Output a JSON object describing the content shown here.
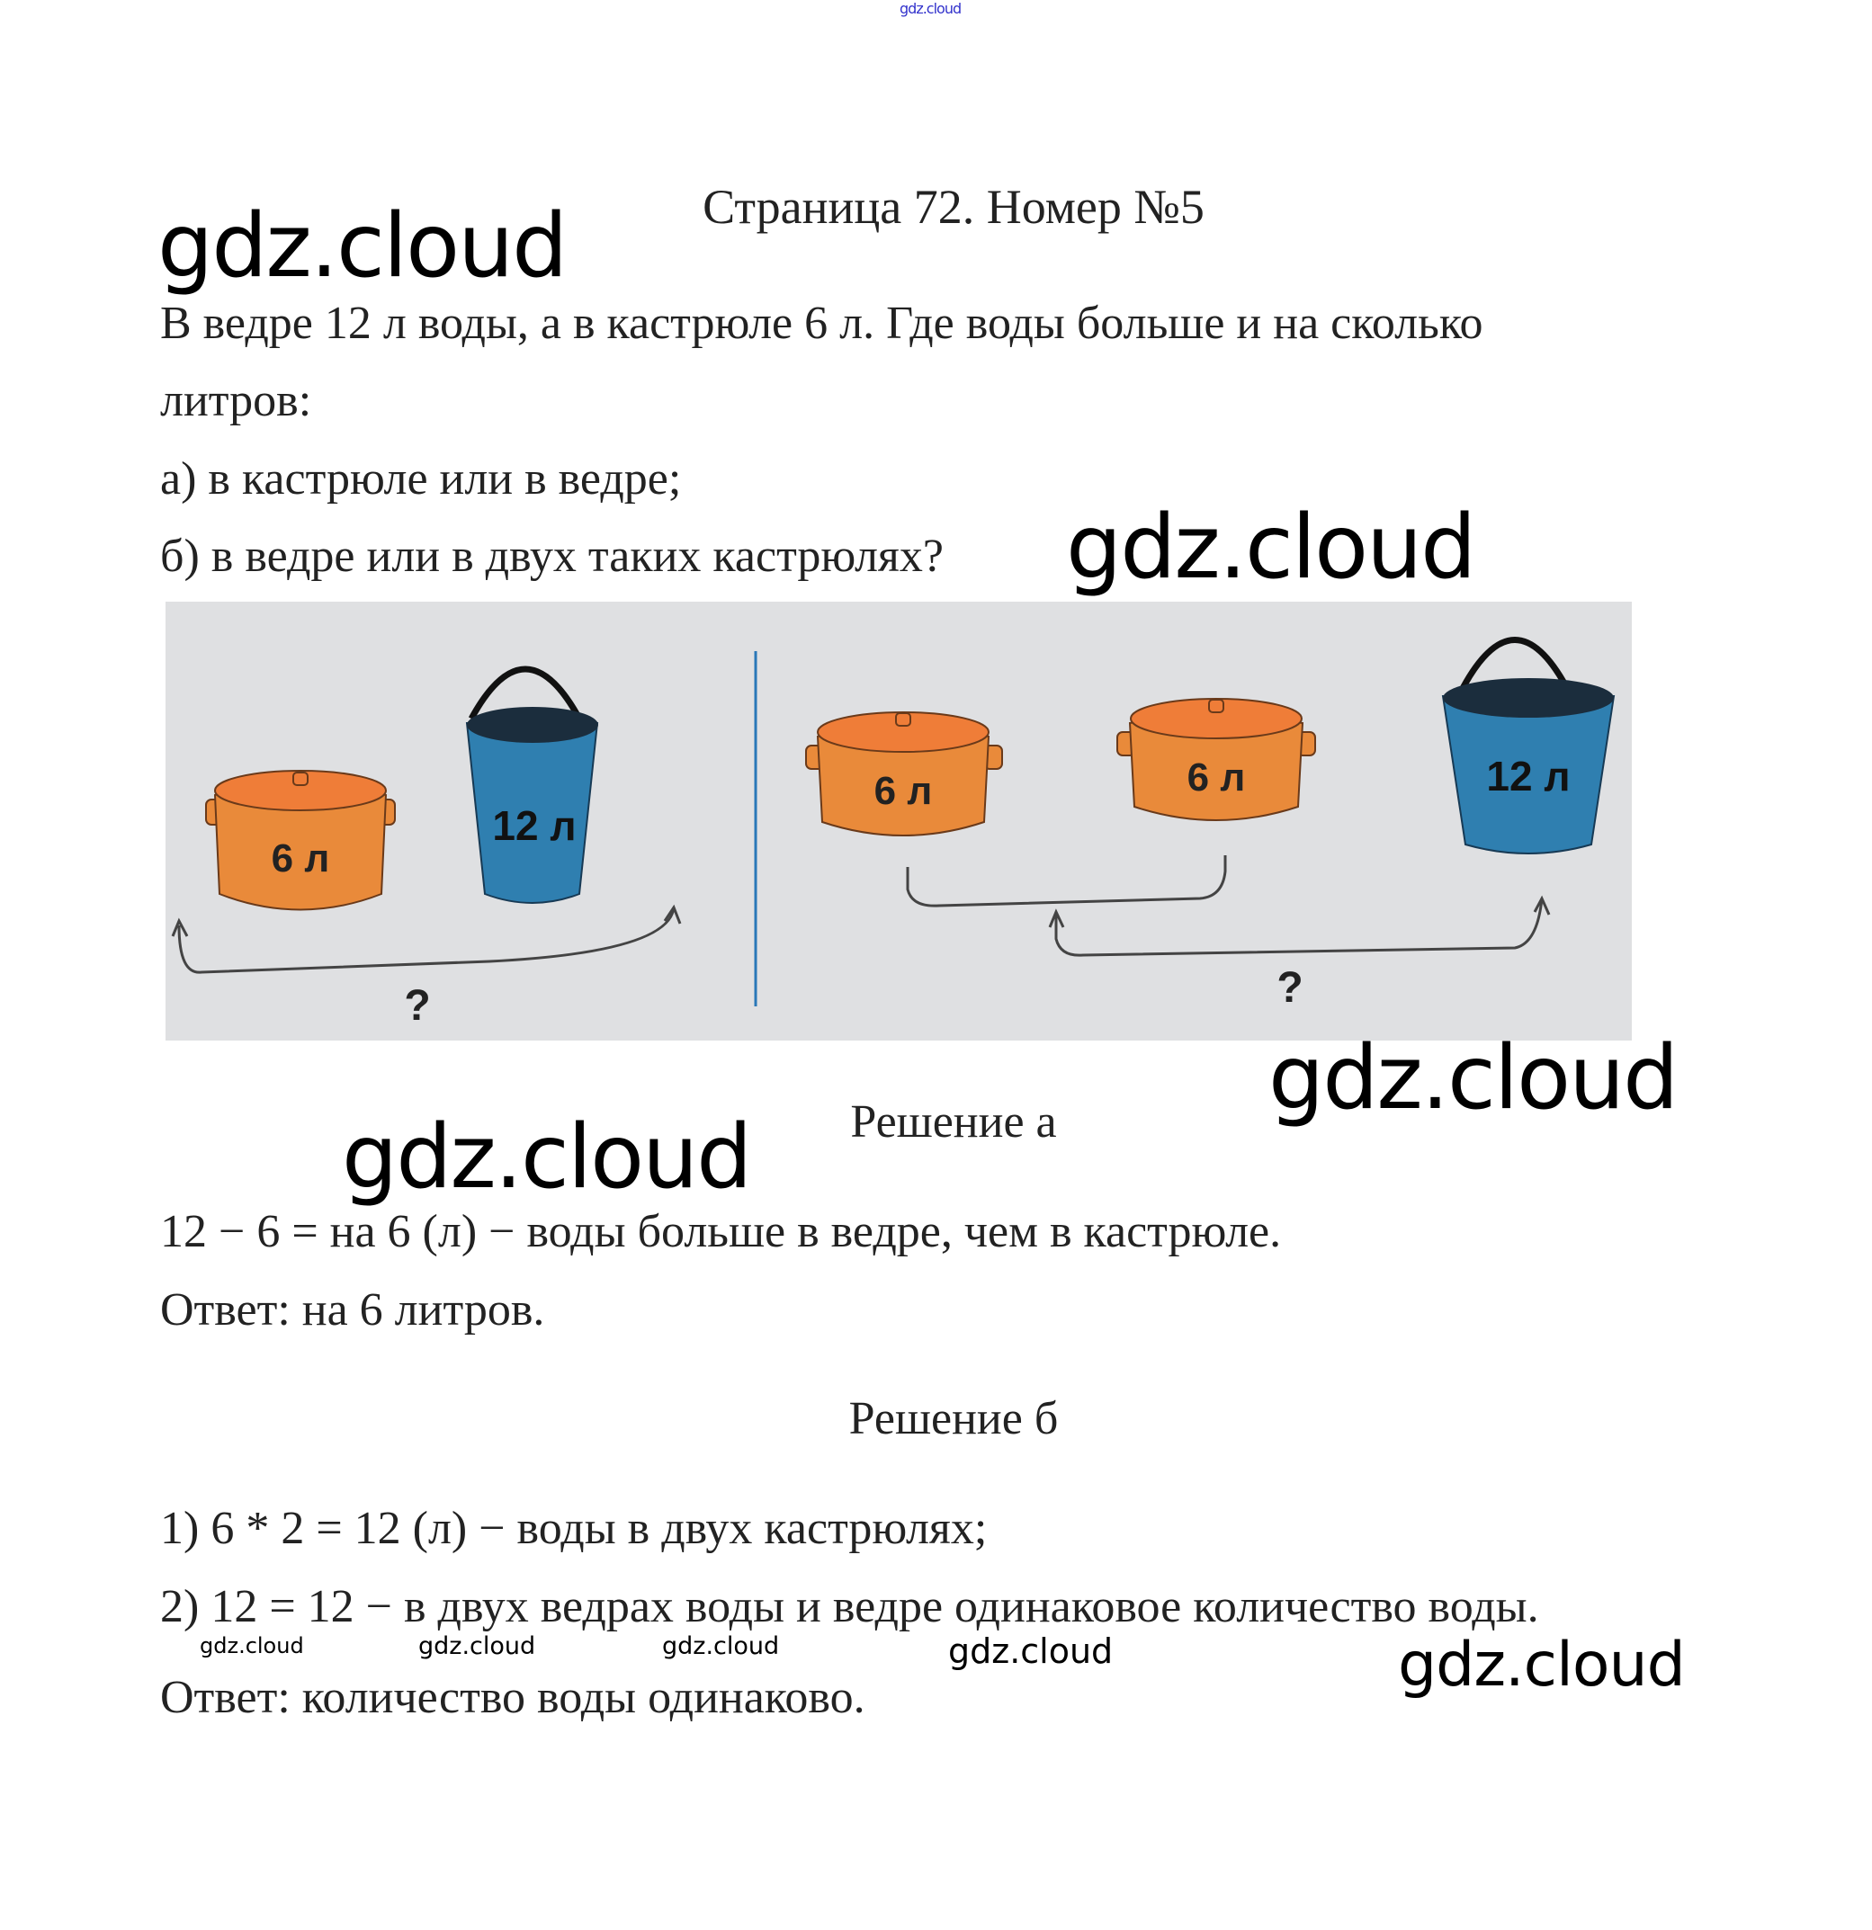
{
  "watermark": {
    "text": "gdz.cloud",
    "top_small": "gdz.cloud"
  },
  "title": "Страница 72. Номер №5",
  "problem": {
    "line1": "В ведре 12 л воды, а в кастрюле 6 л. Где воды больше и на сколько",
    "line2": "литров:",
    "part_a": "а) в кастрюле или в ведре;",
    "part_b": "б) в ведре или в двух таких кастрюлях?"
  },
  "figure": {
    "pot_label": "6 л",
    "bucket_label": "12 л",
    "question_mark": "?",
    "colors": {
      "background": "#dfe0e2",
      "pot": "#e98a3a",
      "bucket": "#2f7fb0",
      "divider": "#2a78b8"
    }
  },
  "solution_a": {
    "heading": "Решение а",
    "line1": "12 − 6 = на 6 (л) − воды больше в ведре, чем в кастрюле.",
    "answer": "Ответ: на 6 литров."
  },
  "solution_b": {
    "heading": "Решение б",
    "step1": "1) 6 * 2 = 12 (л) − воды в двух кастрюлях;",
    "step2": "2) 12 = 12 − в двух ведрах воды и ведре одинаковое количество воды.",
    "answer": "Ответ: количество воды одинаково."
  }
}
